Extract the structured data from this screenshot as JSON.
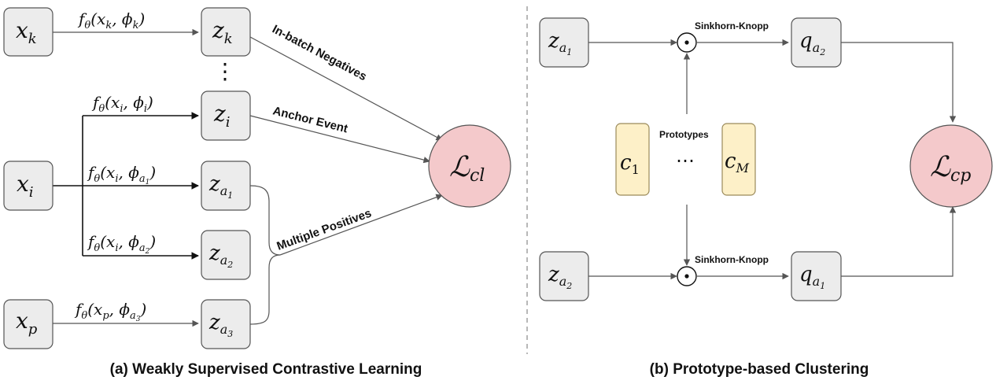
{
  "panel_a": {
    "caption": "(a) Weakly Supervised Contrastive Learning",
    "nodes": {
      "xk": {
        "base": "x",
        "sub": "k"
      },
      "xi": {
        "base": "x",
        "sub": "i"
      },
      "xp": {
        "base": "x",
        "sub": "p"
      },
      "zk": {
        "base": "z",
        "sub": "k"
      },
      "zi": {
        "base": "z",
        "sub": "i"
      },
      "za1": {
        "base": "z",
        "sub": "a",
        "subsub": "1"
      },
      "za2": {
        "base": "z",
        "sub": "a",
        "subsub": "2"
      },
      "za3": {
        "base": "z",
        "sub": "a",
        "subsub": "3"
      },
      "vdots": "⋮"
    },
    "functions": {
      "f_k": {
        "f": "f",
        "theta": "θ",
        "args": "(x",
        "argsub": "k",
        "sep": ", ϕ",
        "phisub": "k",
        "close": ")"
      },
      "f_i": {
        "f": "f",
        "theta": "θ",
        "args": "(x",
        "argsub": "i",
        "sep": ", ϕ",
        "phisub": "i",
        "close": ")"
      },
      "f_a1": {
        "f": "f",
        "theta": "θ",
        "args": "(x",
        "argsub": "i",
        "sep": ", ϕ",
        "phisub": "a",
        "phisubsub": "1",
        "close": ")"
      },
      "f_a2": {
        "f": "f",
        "theta": "θ",
        "args": "(x",
        "argsub": "i",
        "sep": ", ϕ",
        "phisub": "a",
        "phisubsub": "2",
        "close": ")"
      },
      "f_a3": {
        "f": "f",
        "theta": "θ",
        "args": "(x",
        "argsub": "p",
        "sep": ", ϕ",
        "phisub": "a",
        "phisubsub": "3",
        "close": ")"
      }
    },
    "edge_labels": {
      "negatives": "In-batch Negatives",
      "anchor": "Anchor Event",
      "positives": "Multiple Positives"
    },
    "loss": {
      "base": "ℒ",
      "sub": "cl"
    }
  },
  "panel_b": {
    "caption": "(b) Prototype-based Clustering",
    "nodes": {
      "za1": {
        "base": "z",
        "sub": "a",
        "subsub": "1"
      },
      "za2": {
        "base": "z",
        "sub": "a",
        "subsub": "2"
      },
      "qa2": {
        "base": "q",
        "sub": "a",
        "subsub": "2"
      },
      "qa1": {
        "base": "q",
        "sub": "a",
        "subsub": "1"
      },
      "c1": {
        "base": "c",
        "sub": "1"
      },
      "cM": {
        "base": "c",
        "sub": "M"
      },
      "cdots": "⋯",
      "odot": "⊙"
    },
    "labels": {
      "sinkhorn_top": "Sinkhorn-Knopp",
      "sinkhorn_bottom": "Sinkhorn-Knopp",
      "prototypes": "Prototypes"
    },
    "loss": {
      "base": "ℒ",
      "sub": "cp"
    }
  }
}
